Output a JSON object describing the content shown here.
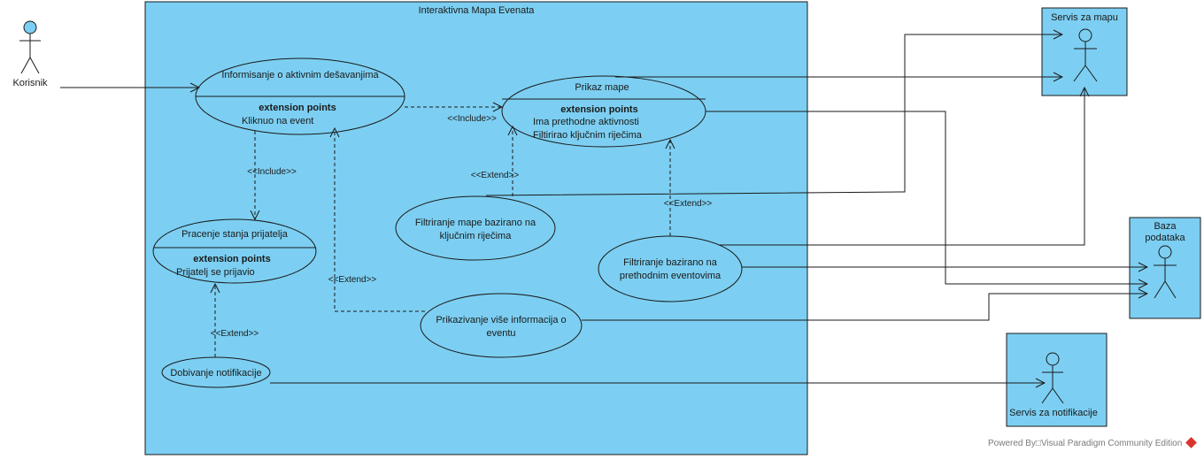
{
  "colors": {
    "fill": "#7ccff2",
    "stroke": "#1a1a1a",
    "footer_text": "#7a7a7a",
    "brand": "#d9342b"
  },
  "system": {
    "title": "Interaktivna Mapa Evenata"
  },
  "actors": {
    "korisnik": "Korisnik",
    "servis_mapa": "Servis za mapu",
    "baza_line1": "Baza",
    "baza_line2": "podataka",
    "servis_notifikacije": "Servis za notifikacije"
  },
  "use_cases": {
    "informisanje": {
      "title": "Informisanje o aktivnim dešavanjima",
      "ext_header": "extension points",
      "ext1": "Kliknuo na event"
    },
    "prikaz_mape": {
      "title": "Prikaz mape",
      "ext_header": "extension points",
      "ext1": "Ima prethodne aktivnosti",
      "ext2": "Filtirirao ključnim riječima"
    },
    "pracenje": {
      "title": "Pracenje stanja prijatelja",
      "ext_header": "extension points",
      "ext1": "Prijatelj se prijavio"
    },
    "filtriranje_mape": {
      "line1": "Filtriranje mape bazirano na",
      "line2": "ključnim riječima"
    },
    "filtriranje_eventova": {
      "line1": "Filtriranje bazirano na",
      "line2": "prethodnim eventovima"
    },
    "vise_info": {
      "line1": "Prikazivanje više informacija o",
      "line2": "eventu"
    },
    "notifikacije": {
      "title": "Dobivanje notifikacije"
    }
  },
  "relations": {
    "include_1": "<<Include>>",
    "include_2": "<<Include>>",
    "extend_filter_mape": "<<Extend>>",
    "extend_filter_eventova": "<<Extend>>",
    "extend_vise_info": "<<Extend>>",
    "extend_notifikacije": "<<Extend>>"
  },
  "footer": {
    "text": "Powered By□Visual Paradigm Community Edition"
  }
}
